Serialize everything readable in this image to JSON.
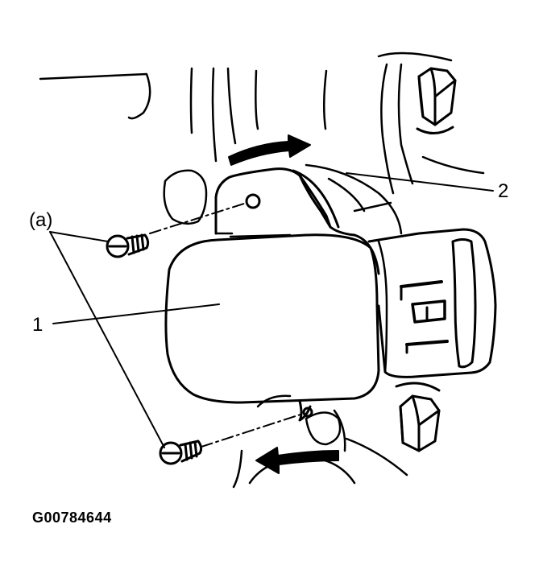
{
  "diagram": {
    "callouts": {
      "screws": "(a)",
      "sensor": "1",
      "bracket": "2"
    },
    "figure_id": "G00784644"
  },
  "colors": {
    "ink": "#000000",
    "paper": "#ffffff"
  }
}
